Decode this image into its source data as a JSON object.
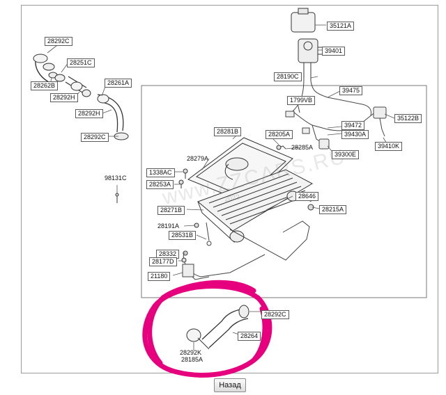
{
  "watermark": "www.ZZCARS.RU",
  "watermark_year": "2022",
  "back_button": "Назад",
  "highlight_color": "#e6007e",
  "parts": [
    {
      "code": "35121A"
    },
    {
      "code": "39401"
    },
    {
      "code": "28292C"
    },
    {
      "code": "28251C"
    },
    {
      "code": "28262B"
    },
    {
      "code": "28292H"
    },
    {
      "code": "28261A"
    },
    {
      "code": "28292H"
    },
    {
      "code": "28190C"
    },
    {
      "code": "39475"
    },
    {
      "code": "1799VB"
    },
    {
      "code": "35122B"
    },
    {
      "code": "28292C"
    },
    {
      "code": "28281B"
    },
    {
      "code": "28205A"
    },
    {
      "code": "39472"
    },
    {
      "code": "39430A"
    },
    {
      "code": "39410K"
    },
    {
      "code": "28285A"
    },
    {
      "code": "39300E"
    },
    {
      "code": "28279A"
    },
    {
      "code": "1338AC"
    },
    {
      "code": "98131C"
    },
    {
      "code": "28253A"
    },
    {
      "code": "28646"
    },
    {
      "code": "28215A"
    },
    {
      "code": "28271B"
    },
    {
      "code": "28191A"
    },
    {
      "code": "28531B"
    },
    {
      "code": "28332"
    },
    {
      "code": "28177D"
    },
    {
      "code": "21180"
    },
    {
      "code": "28292C"
    },
    {
      "code": "28264"
    },
    {
      "code": "28292K"
    },
    {
      "code": "28185A"
    }
  ]
}
